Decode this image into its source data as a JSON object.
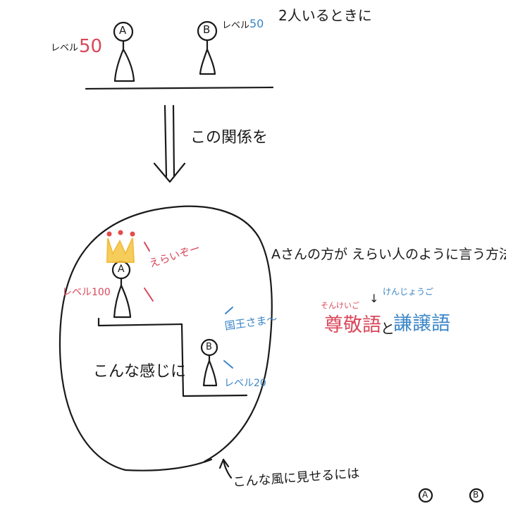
{
  "top": {
    "caption": "2人いるときに",
    "a_letter": "A",
    "b_letter": "B",
    "a_level_label": "レベル",
    "a_level_value": "50",
    "b_level_label": "レベル",
    "b_level_value": "50"
  },
  "arrow_caption": "この関係を",
  "circle": {
    "crown_text": "えらいぞー",
    "a_letter": "A",
    "a_level": "レベル100",
    "b_letter": "B",
    "b_speech": "国王さま〜",
    "b_level": "レベル20",
    "center_text": "こんな感じに"
  },
  "right": {
    "method": "Aさんの方が えらい人のように言う方法",
    "sonkeigo_ruby": "そんけいご",
    "kenjougo_ruby": "けんじょうご",
    "down_arrow": "↓",
    "sonkeigo": "尊敬語",
    "to": "と",
    "kenjougo": "謙譲語"
  },
  "bottom": {
    "caption": "こんな風に見せるには",
    "a_letter": "A",
    "b_letter": "B"
  },
  "colors": {
    "ink": "#1a1a1a",
    "red": "#d9475a",
    "blue": "#3a86c8",
    "crown": "#f6c84a"
  }
}
